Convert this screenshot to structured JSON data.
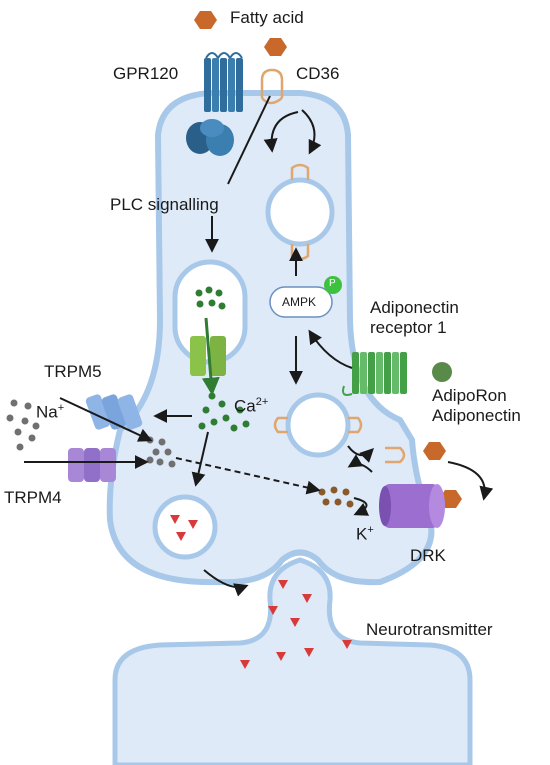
{
  "labels": {
    "fatty_acid": "Fatty acid",
    "gpr120": "GPR120",
    "cd36": "CD36",
    "plc_signalling": "PLC signalling",
    "ampk": "AMPK",
    "phospho": "P",
    "adiponectin_receptor_line1": "Adiponectin",
    "adiponectin_receptor_line2": "receptor 1",
    "trpm5": "TRPM5",
    "trpm4": "TRPM4",
    "sodium": "Na",
    "sodium_charge": "+",
    "calcium": "Ca",
    "calcium_charge": "2+",
    "adiporon": "AdipoRon",
    "adiponectin": "Adiponectin",
    "potassium": "K",
    "potassium_charge": "+",
    "drk": "DRK",
    "neurotransmitter": "Neurotransmitter"
  },
  "colors": {
    "cell_fill": "#deeaf8",
    "membrane": "#a8c8ea",
    "fatty_acid": "#c8682a",
    "gpr120": "#2f6e9c",
    "cd36": "#e0a670",
    "calcium_dots": "#2e7d32",
    "trpm5": "#8fb4e6",
    "trpm4": "#a888d6",
    "adipo_receptor": "#4caf50",
    "drk": "#9c6ed0",
    "neurotransmitter": "#d83a3a",
    "potassium_dots": "#8a5a2a"
  }
}
